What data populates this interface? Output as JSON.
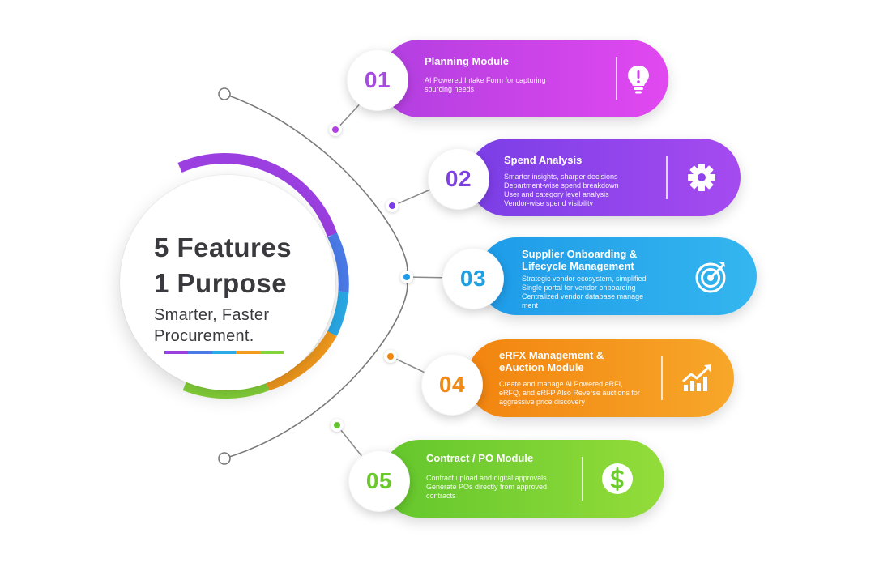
{
  "hero": {
    "line1": "5 Features",
    "line2": "1 Purpose",
    "line3": "Smarter, Faster",
    "line4": "Procurement.",
    "bar_colors": [
      "#9b3fe0",
      "#4a7be8",
      "#29a9e6",
      "#f29a1d",
      "#86d43a"
    ]
  },
  "colors": {
    "planning": [
      "#b23fe0",
      "#e148f0"
    ],
    "spend": [
      "#7b3ee6",
      "#a54bf0"
    ],
    "supplier": [
      "#1e9be8",
      "#34b6ef"
    ],
    "erfx": [
      "#f2840f",
      "#f7a72a"
    ],
    "contract": [
      "#63c62c",
      "#93dc3a"
    ]
  },
  "features": [
    {
      "number": "01",
      "title": "Planning Module",
      "desc": [
        "AI Powered Intake Form for capturing",
        "sourcing needs"
      ],
      "icon": "lightbulb-icon"
    },
    {
      "number": "02",
      "title": "Spend Analysis",
      "desc": [
        "Smarter insights, sharper decisions",
        "Department-wise spend breakdown",
        "User and category level analysis",
        "Vendor-wise spend visibility"
      ],
      "icon": "gear-icon"
    },
    {
      "number": "03",
      "title": "Supplier Onboarding &\nLifecycle Management",
      "desc": [
        "Strategic vendor ecosystem, simplified",
        "Single portal for vendor onboarding",
        "Centralized vendor database manage",
        "ment"
      ],
      "icon": "target-icon"
    },
    {
      "number": "04",
      "title": "eRFX Management &\neAuction Module",
      "desc": [
        "Create and manage AI Powered eRFI,",
        "eRFQ, and eRFP Also Reverse auctions for",
        "aggressive price discovery"
      ],
      "icon": "growth-chart-icon"
    },
    {
      "number": "05",
      "title": "Contract / PO Module",
      "desc": [
        "Contract upload and digital approvals.",
        "Generate POs directly from approved",
        "contracts"
      ],
      "icon": "dollar-icon"
    }
  ]
}
